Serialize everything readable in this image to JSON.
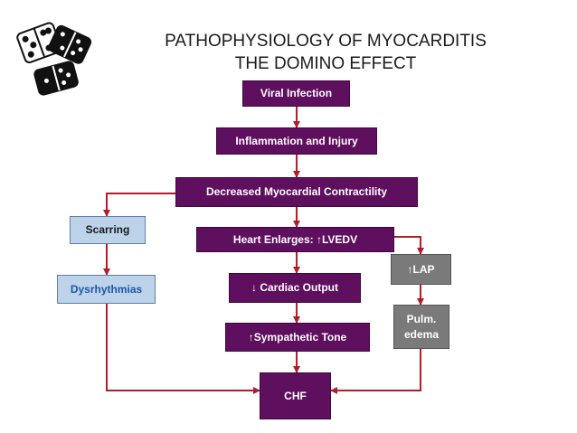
{
  "title": {
    "line1": "PATHOPHYSIOLOGY OF MYOCARDITIS",
    "line2": "THE DOMINO EFFECT"
  },
  "nodes": {
    "viral_infection": "Viral Infection",
    "inflammation": "Inflammation and Injury",
    "decreased_contractility": "Decreased Myocardial Contractility",
    "heart_enlarges": "Heart Enlarges: ↑LVEDV",
    "cardiac_output": "↓ Cardiac Output",
    "sympathetic_tone": "↑Sympathetic Tone",
    "chf": "CHF",
    "scarring": "Scarring",
    "dysrhythmias": "Dysrhythmias",
    "lap": "↑LAP",
    "pulm_edema_line1": "Pulm.",
    "pulm_edema_line2": "edema"
  },
  "colors": {
    "main_box": "#5e0f5e",
    "arrow": "#b01e2a",
    "side_box": "#bcd3ea",
    "right_box": "#7a7a7a",
    "dysrhythmias_text": "#1f57a6"
  },
  "icons": {
    "decoration": "dominoes-icon"
  }
}
